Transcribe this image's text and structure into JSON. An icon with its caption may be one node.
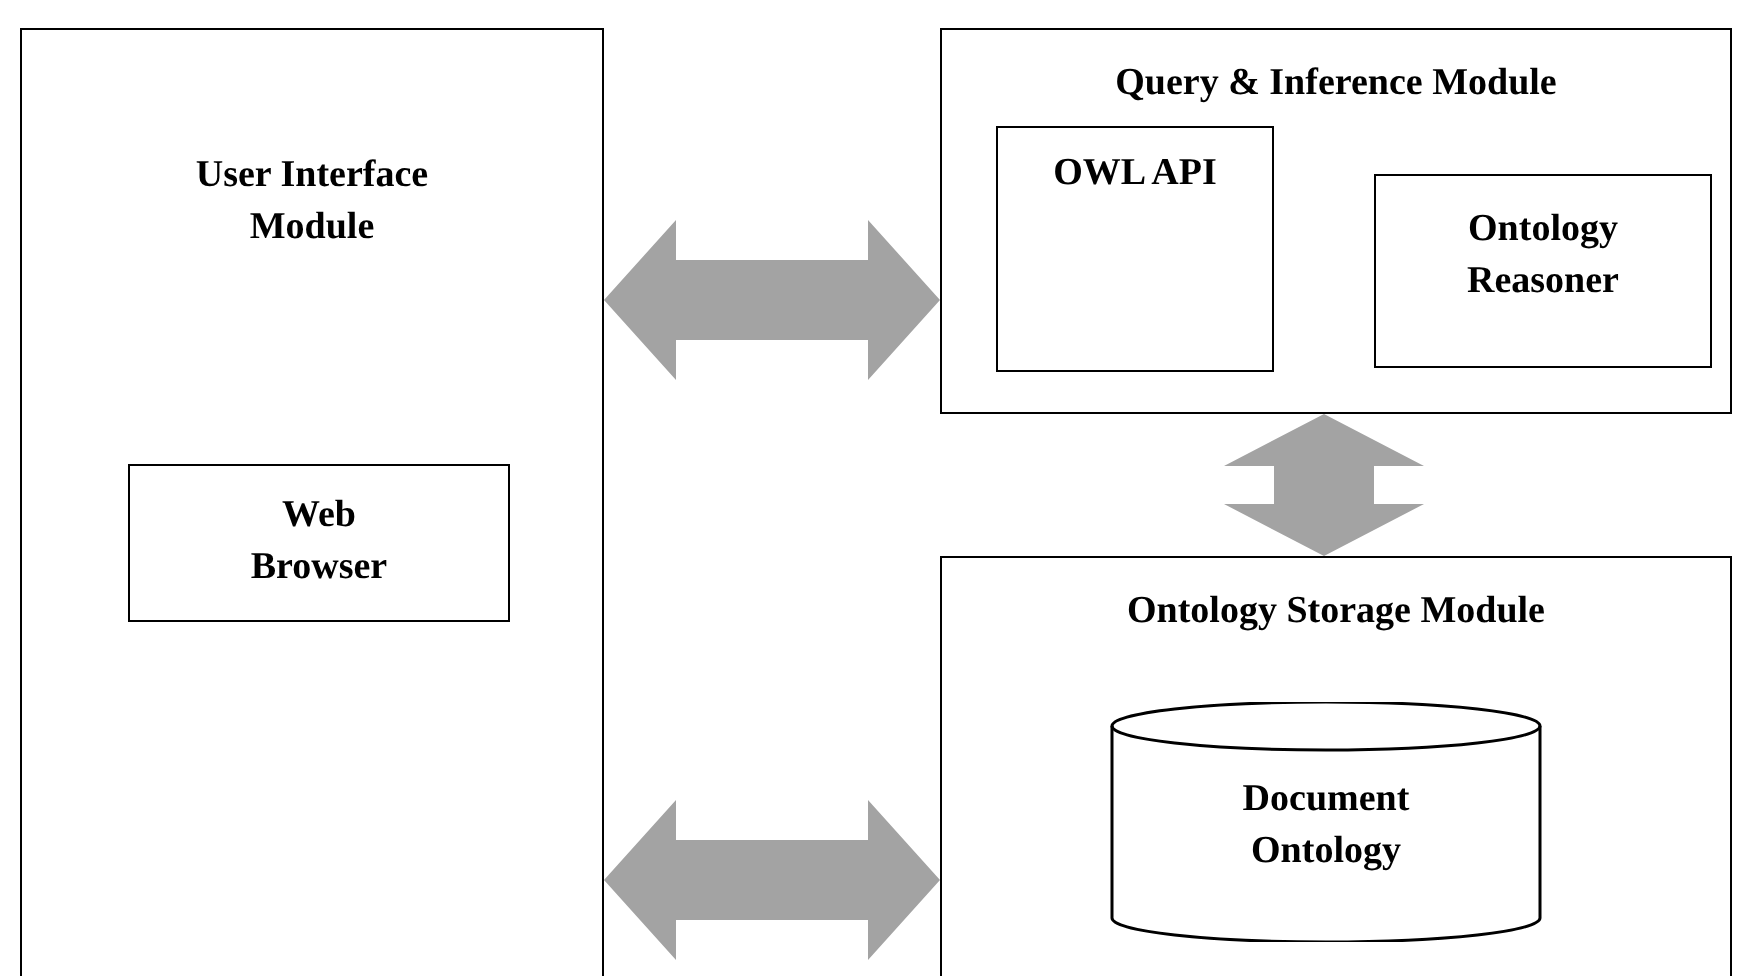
{
  "diagram": {
    "nodes": [
      {
        "text": [
          "User Interface Module"
        ]
      },
      {
        "text": [
          "Web Browser"
        ],
        "in": 0
      },
      {
        "text": [
          "Query & Inference Module"
        ]
      },
      {
        "text": [
          "OWL API"
        ],
        "in": 2
      },
      {
        "text": [
          "Ontology Reasoner"
        ],
        "in": 2
      },
      {
        "text": [
          "Ontology Storage Module"
        ]
      },
      {
        "text": [
          "Document Ontology"
        ],
        "in": 5
      }
    ],
    "edges": [
      {
        "from": 0,
        "to": 2,
        "arrow": "both",
        "style": "thick"
      },
      {
        "from": 0,
        "to": 5,
        "arrow": "both",
        "style": "thick"
      },
      {
        "from": 2,
        "to": 5,
        "arrow": "both",
        "style": "thick"
      }
    ]
  }
}
